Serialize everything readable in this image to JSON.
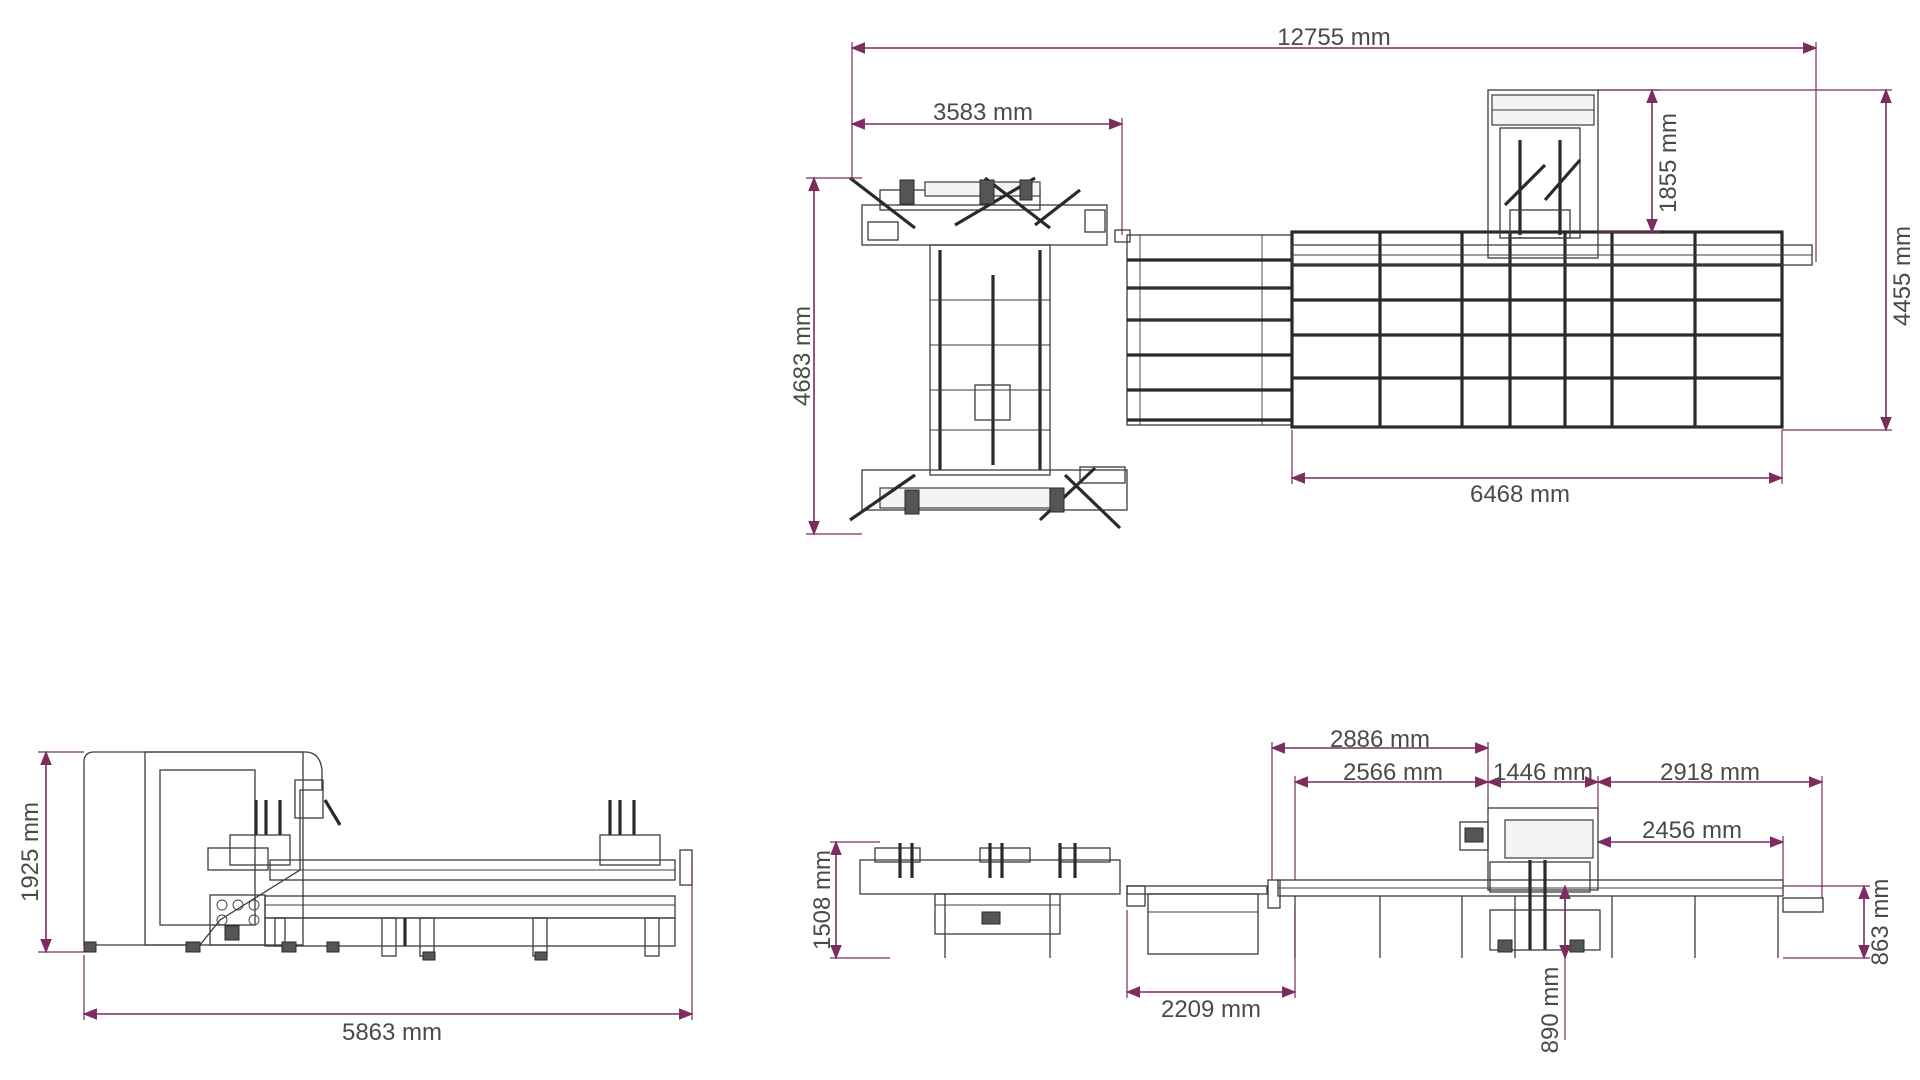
{
  "dimensions": {
    "top_view": {
      "total_length": "12755 mm",
      "first_module_length": "3583 mm",
      "first_module_depth": "4683 mm",
      "head_unit_depth": "1855 mm",
      "overall_depth": "4455 mm",
      "table_length": "6468 mm"
    },
    "side_view": {
      "height": "1925 mm",
      "length": "5863 mm"
    },
    "front_view": {
      "module_height": "1508 mm",
      "conveyor_length": "2209 mm",
      "span_a": "2886 mm",
      "span_b": "2566 mm",
      "span_c": "1446 mm",
      "span_d": "2918 mm",
      "span_e": "2456 mm",
      "table_height": "863 mm",
      "working_height": "890 mm"
    }
  },
  "colors": {
    "dimension_line": "#7a2d5e",
    "machine_line": "#3c3c3c",
    "label_text": "#4a4a4a"
  }
}
